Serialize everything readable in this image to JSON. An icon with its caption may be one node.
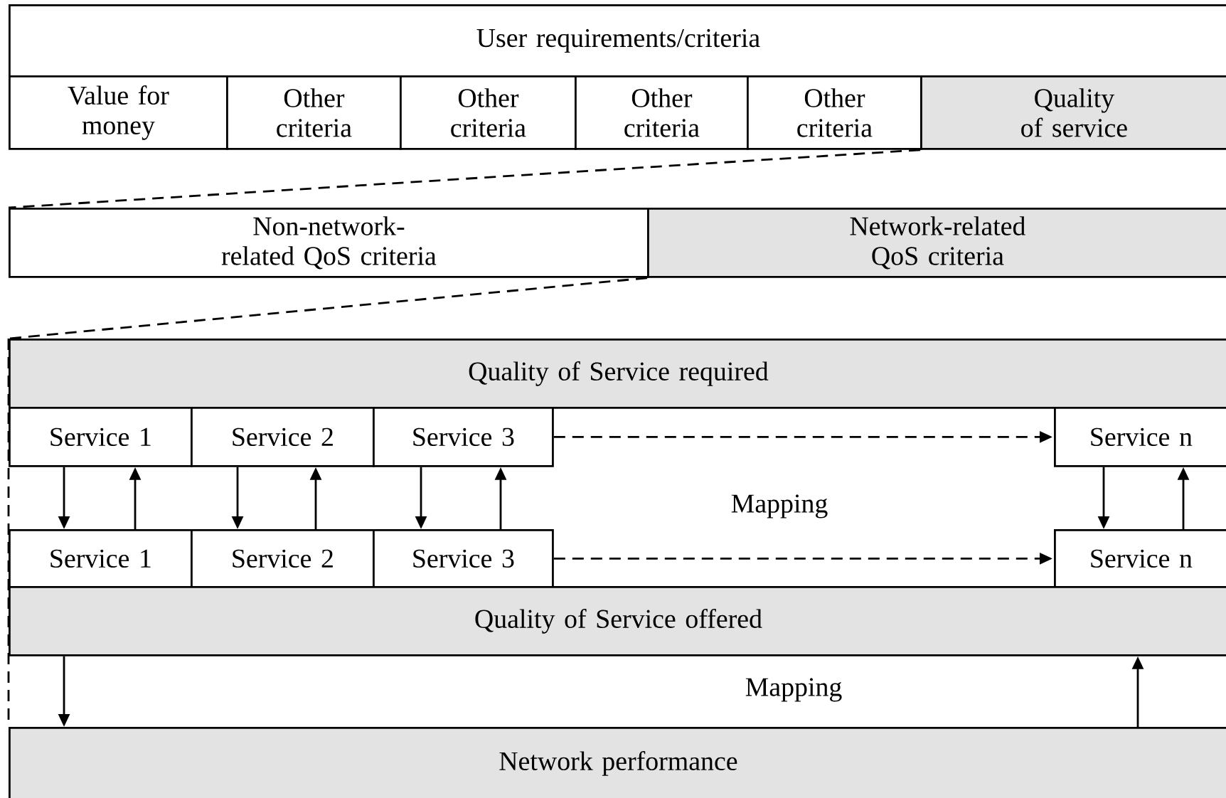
{
  "diagram": {
    "nodes": [
      {
        "text": [
          "User requirements/criteria"
        ]
      },
      {
        "text": [
          "Value for money"
        ]
      },
      {
        "text": [
          "Other criteria"
        ]
      },
      {
        "text": [
          "Other criteria"
        ]
      },
      {
        "text": [
          "Other criteria"
        ]
      },
      {
        "text": [
          "Other criteria"
        ]
      },
      {
        "text": [
          "Quality of service"
        ]
      },
      {
        "text": [
          "Non-network-related QoS criteria"
        ]
      },
      {
        "text": [
          "Network-related QoS criteria"
        ]
      },
      {
        "text": [
          "Quality of Service required"
        ]
      },
      {
        "text": [
          "Service 1"
        ]
      },
      {
        "text": [
          "Service 2"
        ]
      },
      {
        "text": [
          "Service 3"
        ]
      },
      {
        "text": [
          "Service n"
        ]
      },
      {
        "text": [
          "Service 1"
        ]
      },
      {
        "text": [
          "Service 2"
        ]
      },
      {
        "text": [
          "Service 3"
        ]
      },
      {
        "text": [
          "Service n"
        ]
      },
      {
        "text": [
          "Quality of Service offered"
        ]
      },
      {
        "text": [
          "Network performance"
        ]
      }
    ],
    "edges": [
      {
        "from": 6,
        "to": 7,
        "arrow": "none",
        "style": "dashed"
      },
      {
        "from": 8,
        "to": 9,
        "arrow": "none",
        "style": "dashed"
      },
      {
        "from": 12,
        "to": 13,
        "arrow": "to",
        "style": "dashed"
      },
      {
        "from": 10,
        "to": 14,
        "arrow": "to"
      },
      {
        "from": 14,
        "to": 10,
        "arrow": "to"
      },
      {
        "from": 11,
        "to": 15,
        "arrow": "to"
      },
      {
        "from": 15,
        "to": 11,
        "arrow": "to"
      },
      {
        "from": 12,
        "to": 16,
        "arrow": "to"
      },
      {
        "from": 16,
        "to": 12,
        "arrow": "to"
      },
      {
        "from": 13,
        "to": 17,
        "arrow": "to"
      },
      {
        "from": 17,
        "to": 13,
        "arrow": "to"
      },
      {
        "from": 16,
        "to": 17,
        "arrow": "to",
        "style": "dashed"
      },
      {
        "from": 18,
        "to": 19,
        "arrow": "to"
      },
      {
        "from": 19,
        "to": 18,
        "arrow": "to"
      }
    ],
    "labels": [
      "Mapping",
      "Mapping"
    ]
  }
}
